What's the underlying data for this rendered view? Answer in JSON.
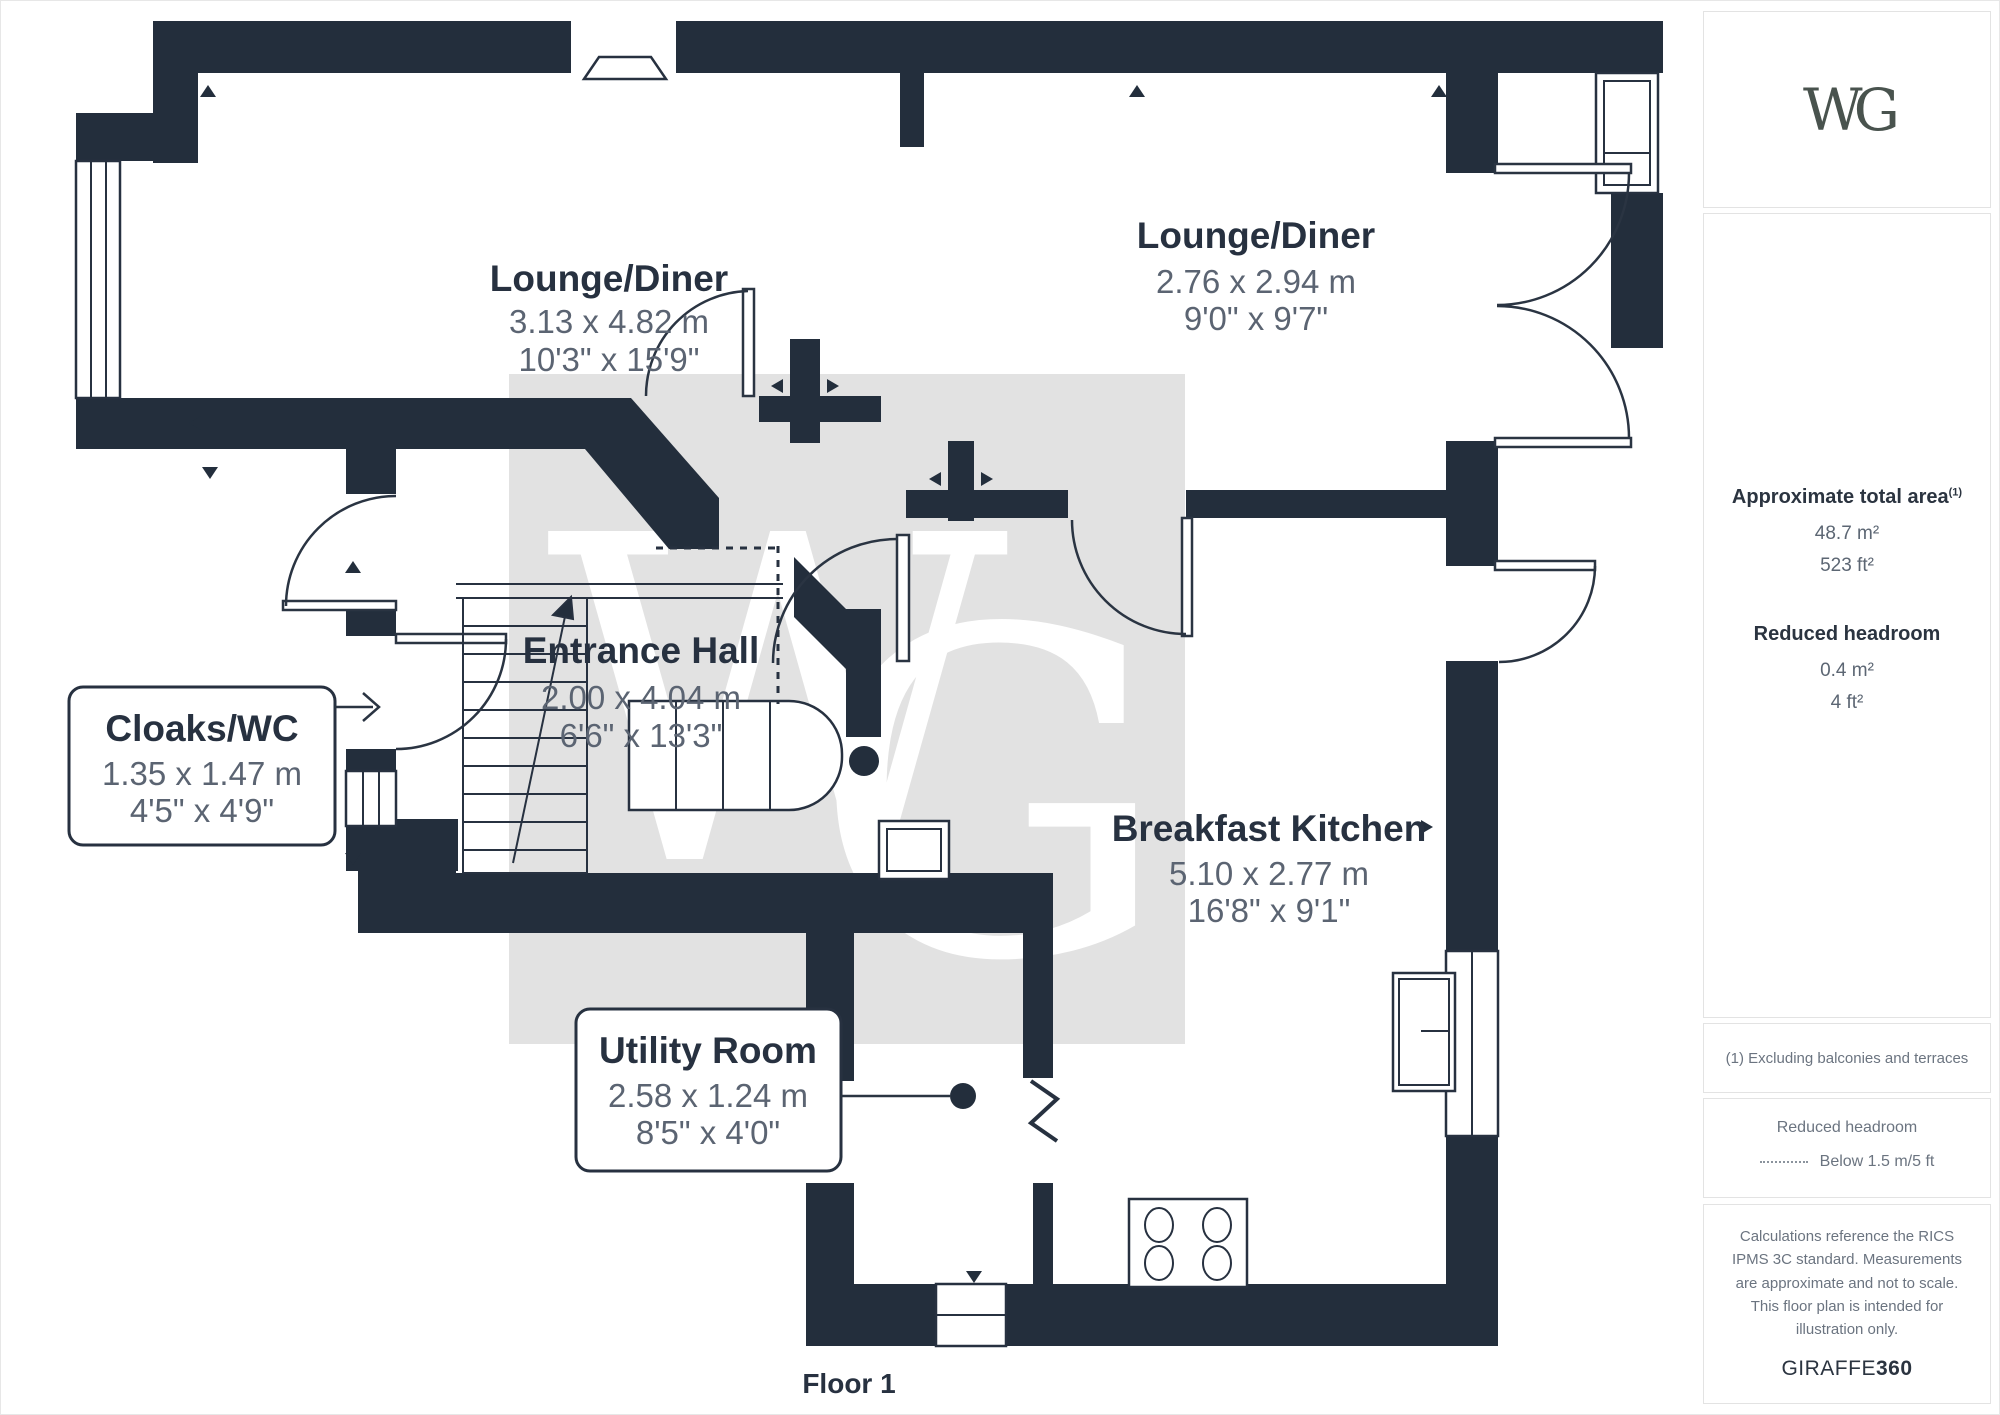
{
  "plan": {
    "floor_label": "Floor 1",
    "watermark": {
      "letter_w": "W",
      "letter_g": "G"
    },
    "rooms": [
      {
        "name": "Lounge/Diner",
        "metric": "3.13 x 4.82 m",
        "imperial": "10'3\" x 15'9\""
      },
      {
        "name": "Lounge/Diner",
        "metric": "2.76 x 2.94 m",
        "imperial": "9'0\" x 9'7\""
      },
      {
        "name": "Entrance Hall",
        "metric": "2.00 x 4.04 m",
        "imperial": "6'6\" x 13'3\""
      },
      {
        "name": "Breakfast Kitchen",
        "metric": "5.10 x 2.77 m",
        "imperial": "16'8\" x 9'1\""
      },
      {
        "name": "Cloaks/WC",
        "metric": "1.35 x 1.47 m",
        "imperial": "4'5\" x 4'9\""
      },
      {
        "name": "Utility Room",
        "metric": "2.58 x 1.24 m",
        "imperial": "8'5\" x 4'0\""
      }
    ]
  },
  "sidebar": {
    "logo": "WG",
    "area_title": "Approximate total area",
    "area_sup": "(1)",
    "area_m2": "48.7 m²",
    "area_ft2": "523 ft²",
    "reduced_title": "Reduced headroom",
    "reduced_m2": "0.4 m²",
    "reduced_ft2": "4 ft²",
    "footnote": "(1) Excluding balconies and terraces",
    "legend_title": "Reduced headroom",
    "legend_value": "Below 1.5 m/5 ft",
    "disclaimer": "Calculations reference the RICS IPMS 3C standard. Measurements are approximate and not to scale. This floor plan is intended for illustration only.",
    "brand_name": "GIRAFFE",
    "brand_num": "360"
  },
  "colors": {
    "wall": "#232e3c",
    "room_label": "#273140",
    "dimensions": "#5b6472",
    "watermark_bg": "#e2e2e2",
    "watermark_fg": "#ffffff",
    "panel_border": "#e3e3e3",
    "muted_text": "#6b7480"
  }
}
